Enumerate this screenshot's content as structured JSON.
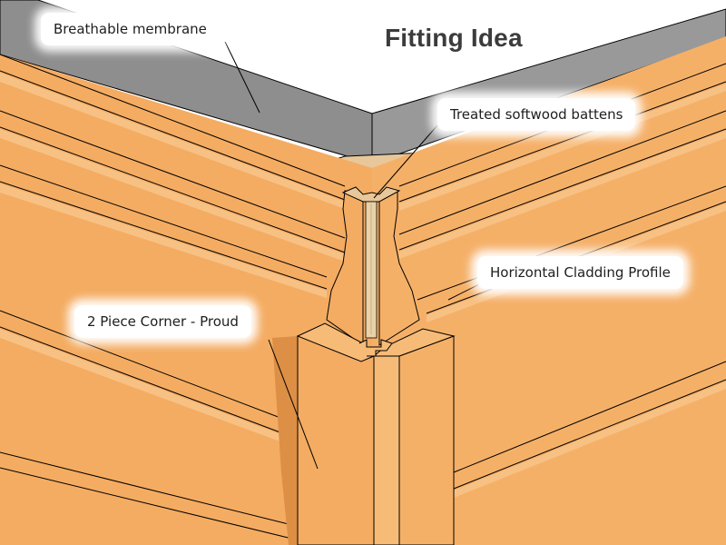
{
  "diagram": {
    "title": "Fitting Idea",
    "labels": {
      "membrane": "Breathable membrane",
      "battens": "Treated softwood battens",
      "cladding": "Horizontal Cladding Profile",
      "corner": "2 Piece Corner - Proud"
    },
    "colors": {
      "timber": "#f4ac62",
      "timber_light": "#f7bb78",
      "timber_shadow": "#dc8f45",
      "membrane": "#8e8e8e",
      "batten": "#e8c79a",
      "outline": "#000000"
    }
  }
}
